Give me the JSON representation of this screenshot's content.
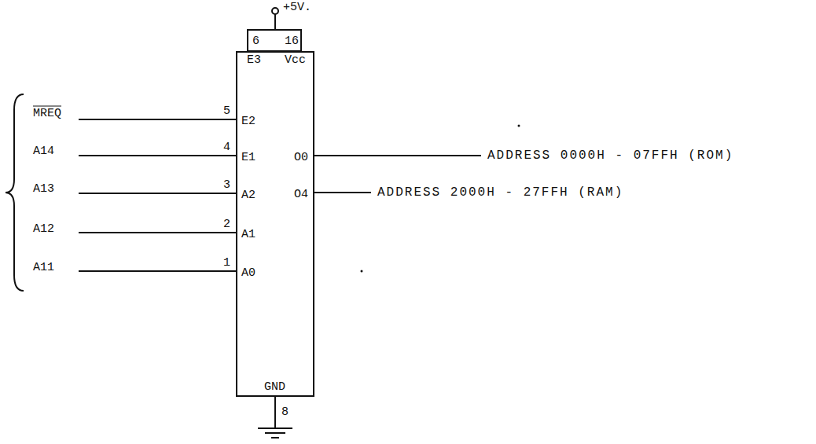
{
  "diagram": {
    "nodes": [
      {
        "text": [
          "E3",
          "Vcc",
          "E2",
          "E1",
          "A2",
          "A1",
          "A0",
          "O0",
          "O4",
          "GND"
        ]
      }
    ],
    "labels": [
      "+5V.",
      "6",
      "16",
      "MREQ",
      "5",
      "A14",
      "4",
      "A13",
      "3",
      "A12",
      "2",
      "A11",
      "1",
      "ADDRESS 0000H - 07FFH (ROM)",
      "ADDRESS 2000H - 27FFH (RAM)",
      "8"
    ]
  }
}
